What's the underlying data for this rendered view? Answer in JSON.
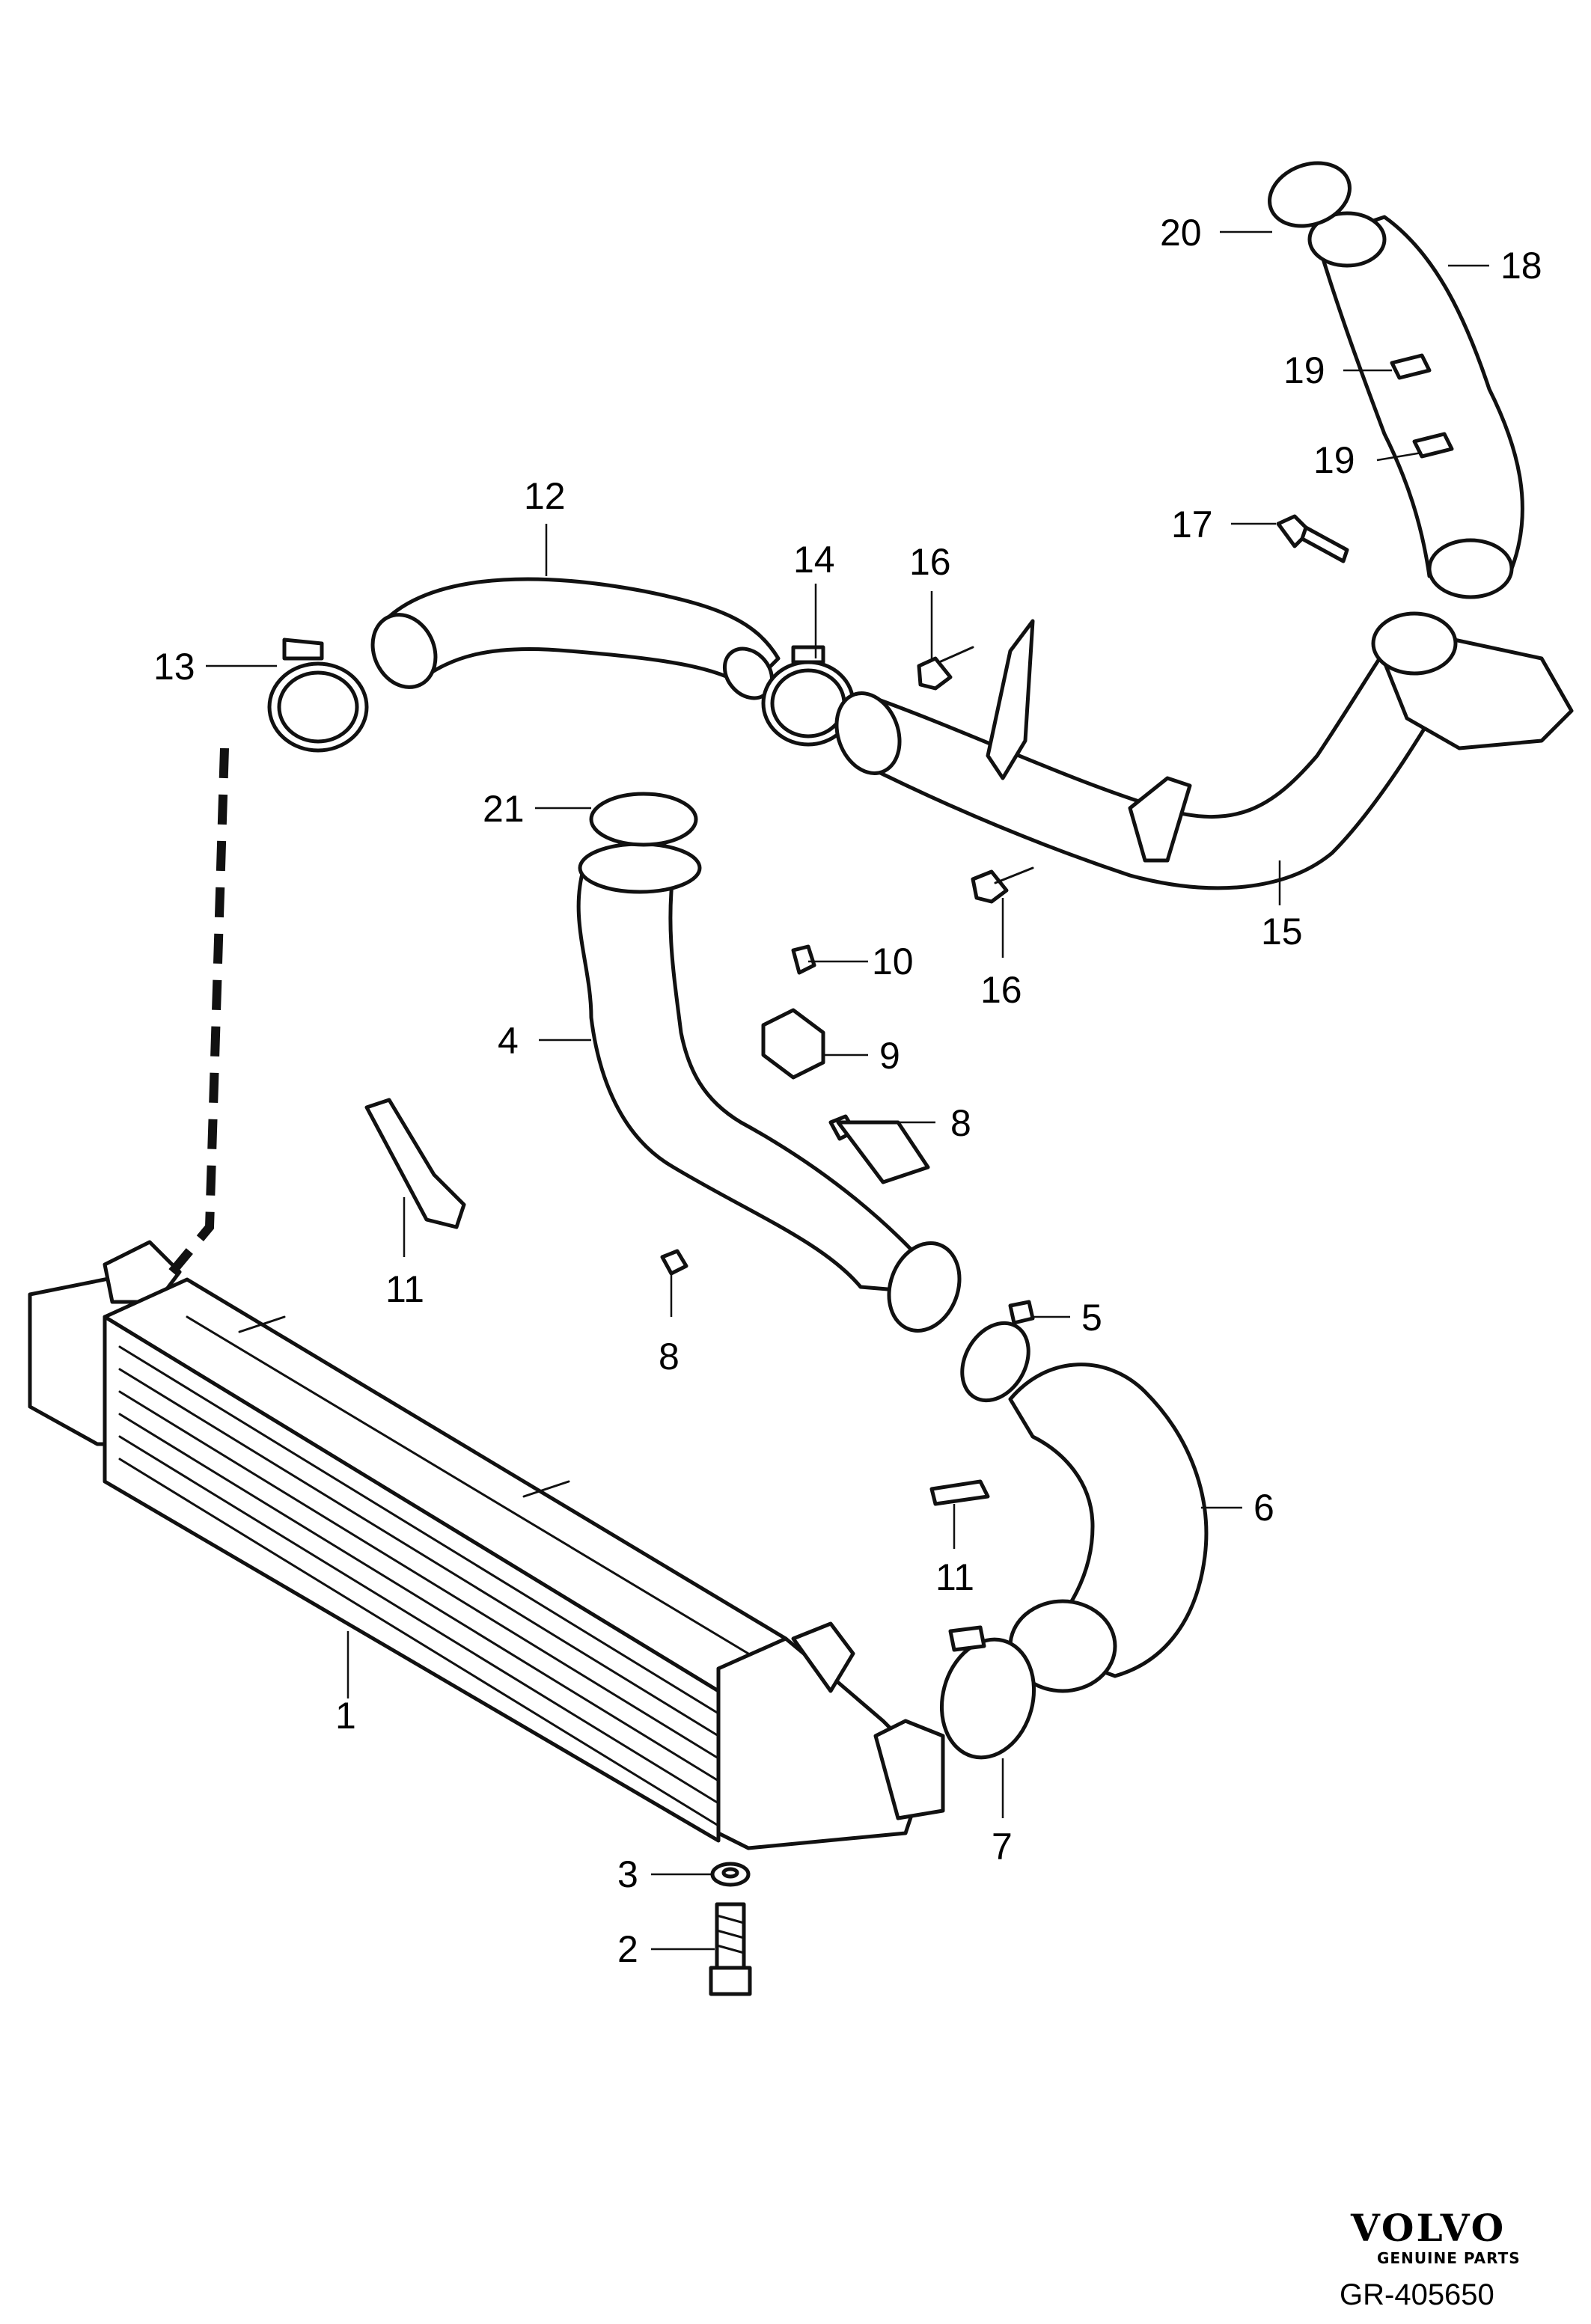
{
  "callouts": {
    "c1": "1",
    "c2": "2",
    "c3": "3",
    "c4": "4",
    "c5": "5",
    "c6": "6",
    "c7": "7",
    "c8a": "8",
    "c8b": "8",
    "c9": "9",
    "c10": "10",
    "c11a": "11",
    "c11b": "11",
    "c12": "12",
    "c13": "13",
    "c14": "14",
    "c15": "15",
    "c16a": "16",
    "c16b": "16",
    "c17": "17",
    "c18": "18",
    "c19a": "19",
    "c19b": "19",
    "c20": "20",
    "c21": "21"
  },
  "brand": {
    "name": "VOLVO",
    "tagline": "GENUINE PARTS"
  },
  "reference": "GR-405650"
}
